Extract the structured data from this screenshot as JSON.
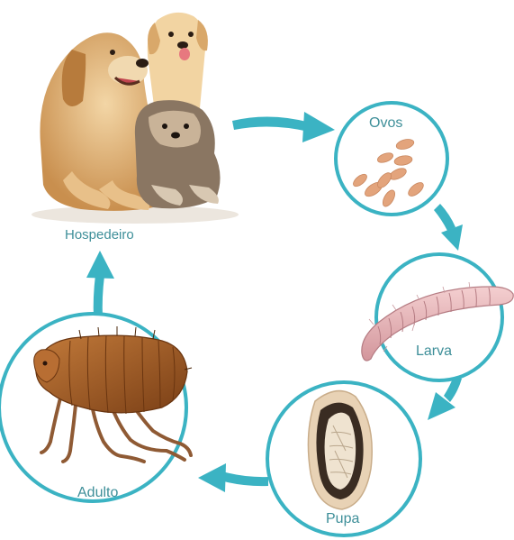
{
  "diagram": {
    "labels": {
      "host": "Hospedeiro",
      "eggs": "Ovos",
      "larva": "Larva",
      "pupa": "Pupa",
      "adult": "Adulto"
    },
    "colors": {
      "accent": "#3bb3c3",
      "label_text": "#3e8f99",
      "egg": "#e3a47c",
      "larva": "#e8b4b8",
      "pupa_shell": "#e8d2b5",
      "flea": "#a8622c"
    },
    "stages": [
      {
        "key": "eggs",
        "icon": "eggs-icon"
      },
      {
        "key": "larva",
        "icon": "larva-icon"
      },
      {
        "key": "pupa",
        "icon": "pupa-icon"
      },
      {
        "key": "adult",
        "icon": "flea-icon"
      },
      {
        "key": "host",
        "icon": "dogs-image"
      }
    ]
  }
}
